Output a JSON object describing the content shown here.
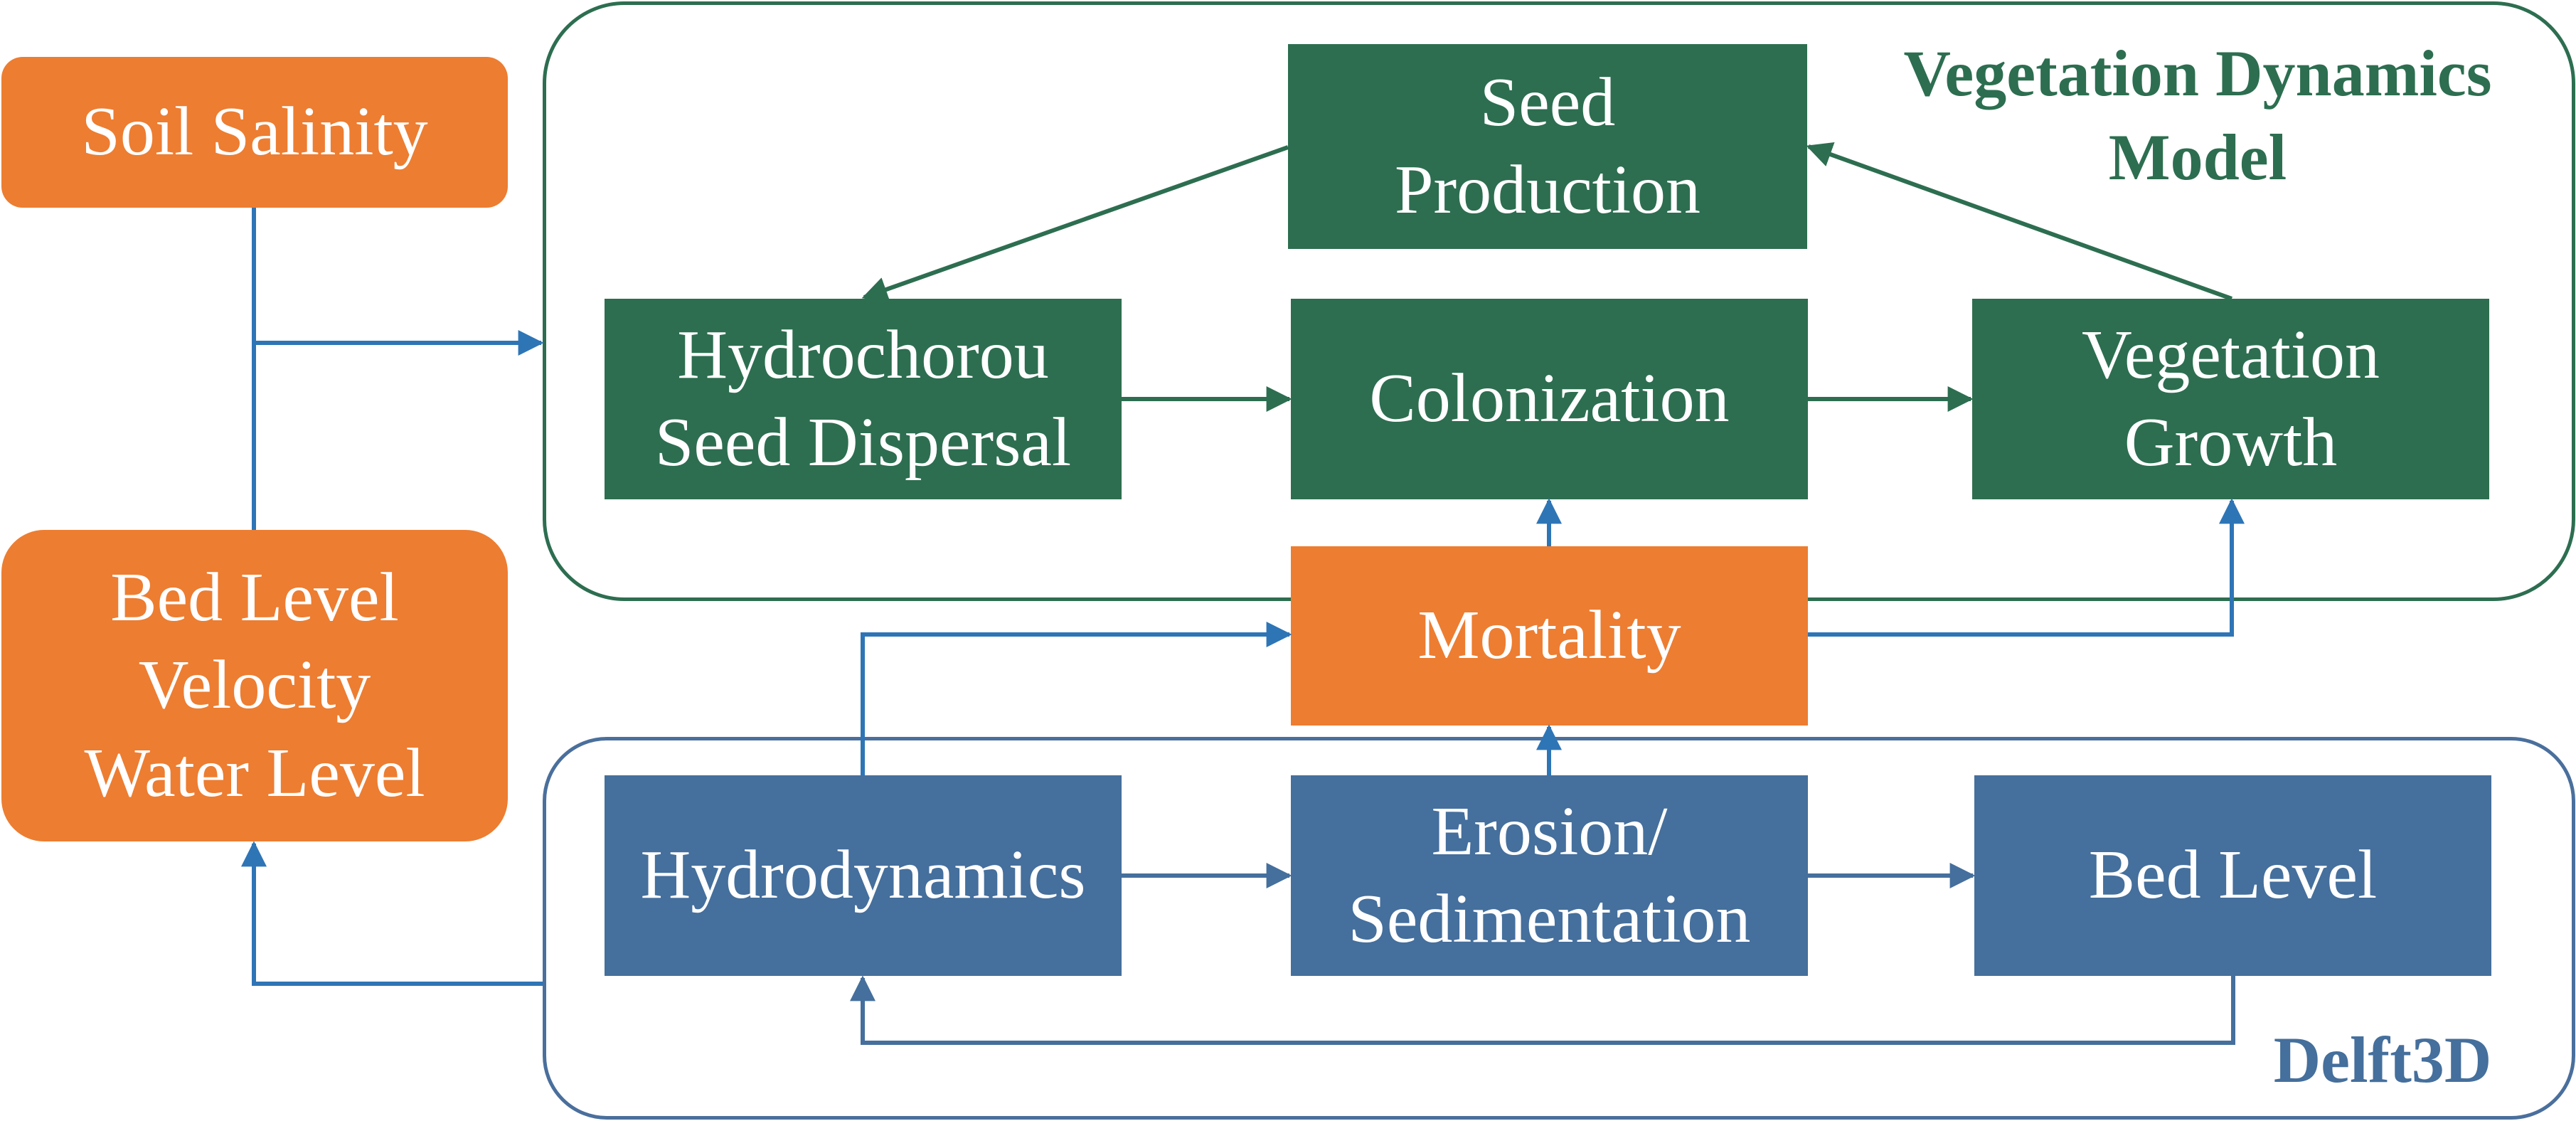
{
  "diagram": {
    "veg_model_title": "Vegetation Dynamics\nModel",
    "delft_title": "Delft3D",
    "inputs": {
      "soil_salinity": "Soil Salinity",
      "hydro_outputs": "Bed Level\nVelocity\nWater Level"
    },
    "vegetation_nodes": {
      "seed_production": "Seed\nProduction",
      "seed_dispersal": "Hydrochorou\nSeed Dispersal",
      "colonization": "Colonization",
      "vegetation_growth": "Vegetation\nGrowth",
      "mortality": "Mortality"
    },
    "delft_nodes": {
      "hydrodynamics": "Hydrodynamics",
      "erosion_sedimentation": "Erosion/\nSedimentation",
      "bed_level": "Bed Level"
    },
    "colors": {
      "vegetation": "#2d6e50",
      "delft": "#456f9c",
      "input": "#ed7d31",
      "connector": "#2e75b6"
    }
  }
}
